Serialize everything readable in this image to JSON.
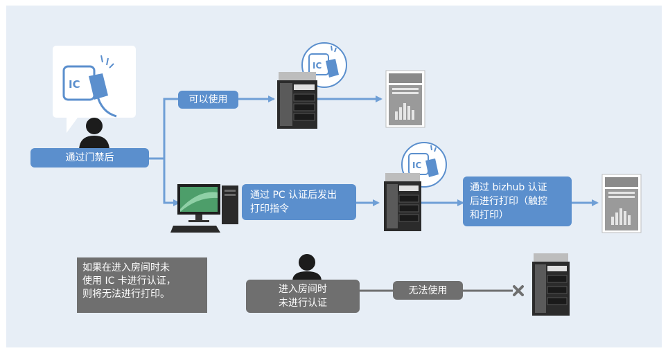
{
  "labels": {
    "after_gate": "通过门禁后",
    "can_use": "可以使用",
    "pc_auth_l1": "通过 PC 认证后发出",
    "pc_auth_l2": "打印指令",
    "bizhub_l1": "通过 bizhub 认证",
    "bizhub_l2": "后进行打印（触控",
    "bizhub_l3": "和打印）",
    "not_auth_l1": "进入房间时",
    "not_auth_l2": "未进行认证",
    "cannot_use": "无法使用",
    "note_l1": "如果在进入房间时未",
    "note_l2": "使用 IC 卡进行认证，",
    "note_l3": "则将无法进行打印。",
    "ic_card": "IC"
  },
  "colors": {
    "panel_bg": "#e7eef6",
    "blue_box": "#5b8fcd",
    "blue_line": "#6f9fd6",
    "gray_box": "#6f6f6f",
    "person": "#1c1c1c",
    "cross": "#6f6f6f"
  },
  "icons": [
    "ic-card-icon",
    "person-icon",
    "multifunction-printer-icon",
    "desktop-pc-icon",
    "printed-document-icon",
    "cross-icon"
  ]
}
